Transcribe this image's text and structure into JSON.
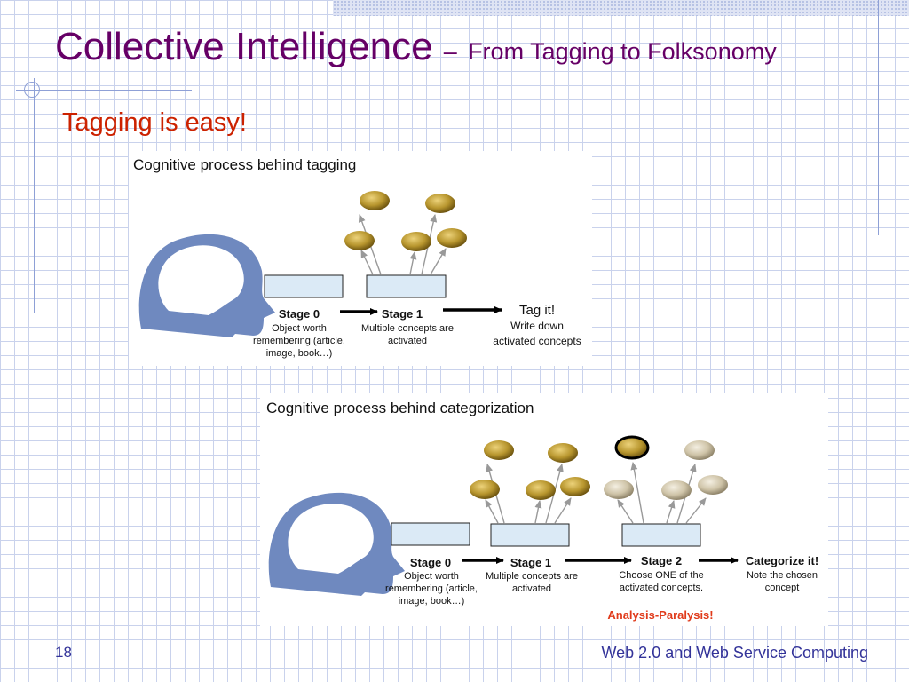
{
  "slide": {
    "title": "Collective Intelligence",
    "title_dash": "–",
    "subtitle": "From Tagging to Folksonomy",
    "bullet": "Tagging is easy!",
    "page_number": "18",
    "footer": "Web 2.0 and Web Service Computing"
  },
  "tagging": {
    "heading": "Cognitive process behind tagging",
    "stage0_title": "Stage 0",
    "stage0_desc": [
      "Object worth",
      "remembering (article,",
      "image, book…)"
    ],
    "stage1_title": "Stage 1",
    "stage1_desc": [
      "Multiple concepts are",
      "activated"
    ],
    "tagit_title": "Tag it!",
    "tagit_desc": [
      "Write down",
      "activated concepts"
    ]
  },
  "categorization": {
    "heading": "Cognitive process behind categorization",
    "stage0_title": "Stage 0",
    "stage0_desc": [
      "Object worth",
      "remembering (article,",
      "image, book…)"
    ],
    "stage1_title": "Stage 1",
    "stage1_desc": [
      "Multiple concepts are",
      "activated"
    ],
    "stage2_title": "Stage 2",
    "stage2_desc": [
      "Choose ONE of the",
      "activated concepts."
    ],
    "categorize_title": "Categorize it!",
    "categorize_desc": [
      "Note the chosen",
      "concept"
    ],
    "warning": "Analysis-Paralysis!"
  },
  "colors": {
    "title": "#660066",
    "bullet": "#cc2200",
    "head": "#6f89bf",
    "concept_gold": "#b8962e",
    "concept_pale": "#cfc4a8",
    "warning": "#e03a1a",
    "footer": "#333399"
  }
}
